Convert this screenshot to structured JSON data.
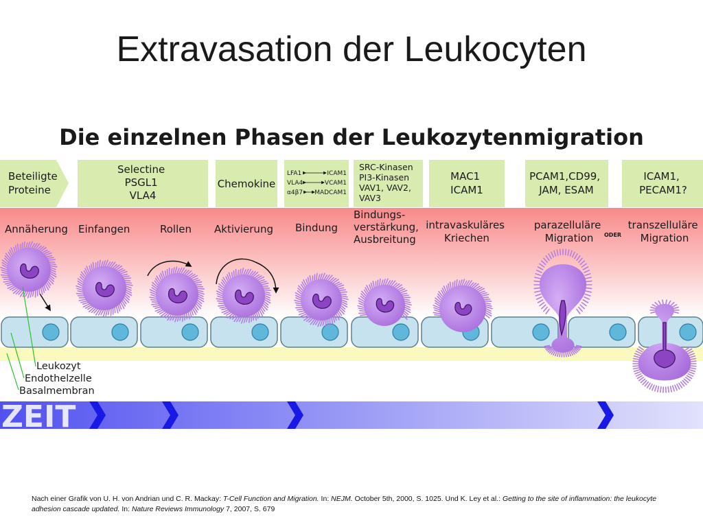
{
  "title": "Extravasation der Leukocyten",
  "diagram": {
    "heading": "Die einzelnen Phasen der Leukozytenmigration",
    "proteins_label": [
      "Beteiligte",
      "Proteine"
    ],
    "protein_boxes": [
      [
        "Selectine",
        "PSGL1",
        "VLA4"
      ],
      [
        "Chemokine"
      ],
      [
        "SRC-Kinasen",
        "PI3-Kinasen",
        "VAV1, VAV2,",
        "VAV3"
      ],
      [
        "MAC1",
        "ICAM1"
      ],
      [
        "PCAM1,CD99,",
        "JAM, ESAM"
      ],
      [
        "ICAM1,",
        "PECAM1?"
      ]
    ],
    "integrin_pairs": [
      {
        "left": "LFA1",
        "right": "ICAM1"
      },
      {
        "left": "VLA4",
        "right": "VCAM1"
      },
      {
        "left": "α4β7",
        "right": "MADCAM1"
      }
    ],
    "phases": [
      [
        "Annäherung"
      ],
      [
        "Einfangen"
      ],
      [
        "Rollen"
      ],
      [
        "Aktivierung"
      ],
      [
        "Bindung"
      ],
      [
        "Bindungs-",
        "verstärkung,",
        "Ausbreitung"
      ],
      [
        "intravaskuläres",
        "Kriechen"
      ],
      [
        "parazelluläre",
        "Migration"
      ],
      [
        "transzelluläre",
        "Migration"
      ]
    ],
    "oder": "ODER",
    "legend": [
      "Leukozyt",
      "Endothelzelle",
      "Basalmembran"
    ],
    "time_label": "ZEIT",
    "colors": {
      "protein_box": "#d8ecb0",
      "bloodstream_top": "#f88a8a",
      "bloodstream_bottom": "#ffffff",
      "endothelial": "#c7e2ef",
      "nucleus_cell": "#5fb8db",
      "basement": "#fafabf",
      "leukocyte": "#b67ae0",
      "leukocyte_nucleus": "#8d44c2",
      "time_arrow": "#1919e6",
      "legend_line": "#27c427"
    }
  },
  "citation": {
    "pre1": "Nach einer Grafik von U. H. von Andrian und C. R. Mackay: ",
    "title1": "T-Cell Function and Migration.",
    "mid1": " In: ",
    "journal1": "NEJM.",
    "post1": " October 5th, 2000, S. 1025. Und K. Ley et al.: ",
    "title2": "Getting to the site of inflammation: the leukocyte adhesion cascade updated.",
    "mid2": " In: ",
    "journal2": "Nature Reviews Immunology",
    "post2": " 7, 2007, S. 679"
  }
}
